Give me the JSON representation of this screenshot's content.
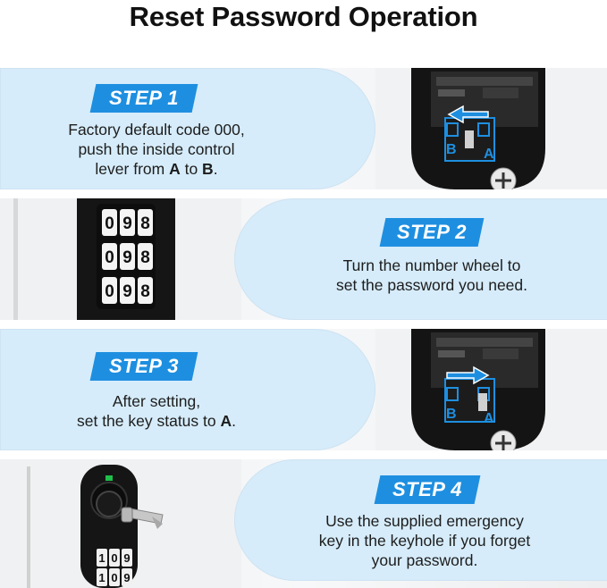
{
  "title": "Reset Password Operation",
  "steps": [
    {
      "label": "STEP 1",
      "lines": [
        [
          "Factory default code 000,"
        ],
        [
          "push the inside control"
        ],
        [
          "lever from ",
          {
            "b": "A"
          },
          " to ",
          {
            "b": "B"
          },
          "."
        ]
      ]
    },
    {
      "label": "STEP 2",
      "lines": [
        [
          "Turn the number wheel to"
        ],
        [
          "set the password you need."
        ]
      ]
    },
    {
      "label": "STEP 3",
      "lines": [
        [
          "After setting,"
        ],
        [
          "set the key status to ",
          {
            "b": "A"
          },
          "."
        ]
      ]
    },
    {
      "label": "STEP 4",
      "lines": [
        [
          "Use the supplied emergency"
        ],
        [
          "key in the keyhole if you forget"
        ],
        [
          "your password."
        ]
      ]
    }
  ],
  "lever_photo": {
    "label_a": "A",
    "label_b": "B"
  },
  "wheel_digits": [
    [
      "0",
      "9",
      "8"
    ],
    [
      "0",
      "9",
      "8"
    ],
    [
      "0",
      "9",
      "8"
    ]
  ],
  "keypad_digits": [
    [
      "1",
      "0",
      "9"
    ],
    [
      "1",
      "0",
      "9"
    ]
  ],
  "colors": {
    "accent": "#1e8fe0",
    "pill": "#d6ecfa",
    "lock_body": "#141414",
    "arrow": "#1e8fe0",
    "indicator": "#1fbf4a"
  }
}
